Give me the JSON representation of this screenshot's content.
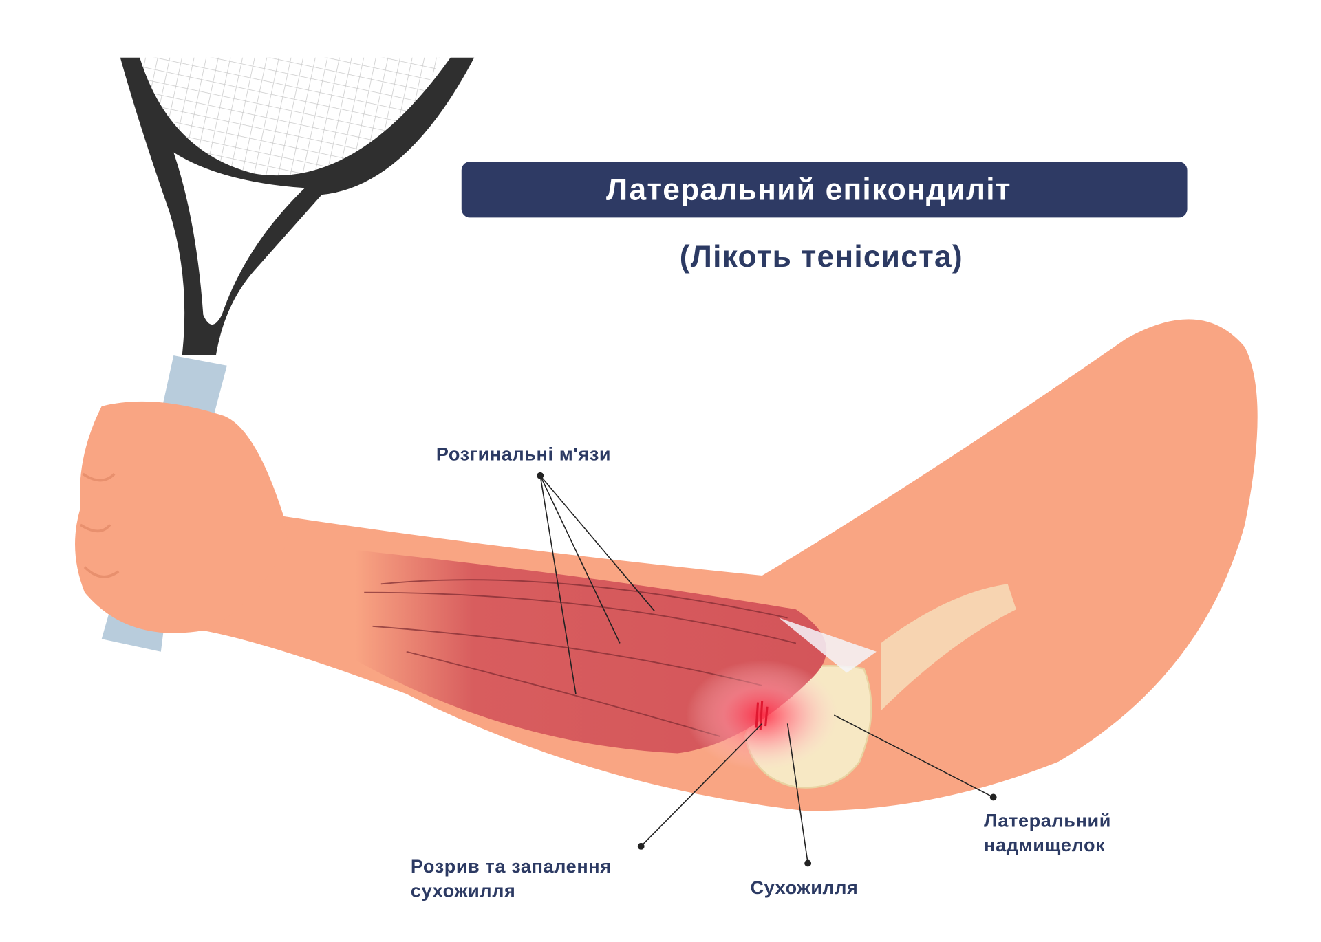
{
  "title": "Латеральний епікондиліт",
  "subtitle": "(Лікоть тенісиста)",
  "labels": {
    "extensor_muscles": "Розгинальні м'язи",
    "tear_line1": "Розрив та запалення",
    "tear_line2": "сухожилля",
    "tendon": "Сухожилля",
    "epicondyle_line1": "Латеральний",
    "epicondyle_line2": "надмищелок"
  },
  "colors": {
    "banner": "#2e3a64",
    "text": "#2c3a63",
    "skin": "#f9a583",
    "muscle": "#d4555a",
    "bone": "#f7e8c4",
    "racket": "#2f2f2f",
    "grip": "#b8ccdc"
  }
}
